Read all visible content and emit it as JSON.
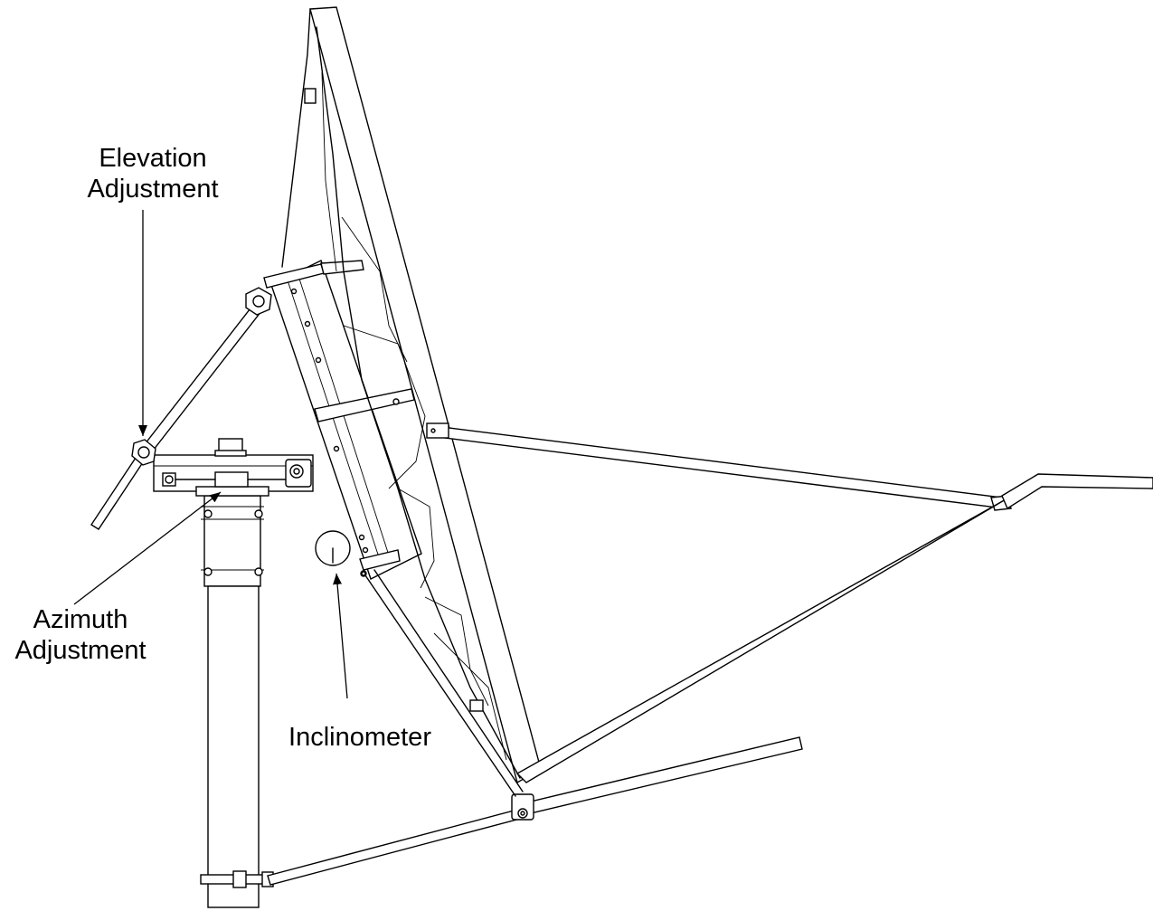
{
  "diagram": {
    "labels": {
      "elevation_line1": "Elevation",
      "elevation_line2": "Adjustment",
      "azimuth_line1": "Azimuth",
      "azimuth_line2": "Adjustment",
      "inclinometer": "Inclinometer"
    },
    "colors": {
      "line": "#000000",
      "background": "#ffffff"
    }
  }
}
